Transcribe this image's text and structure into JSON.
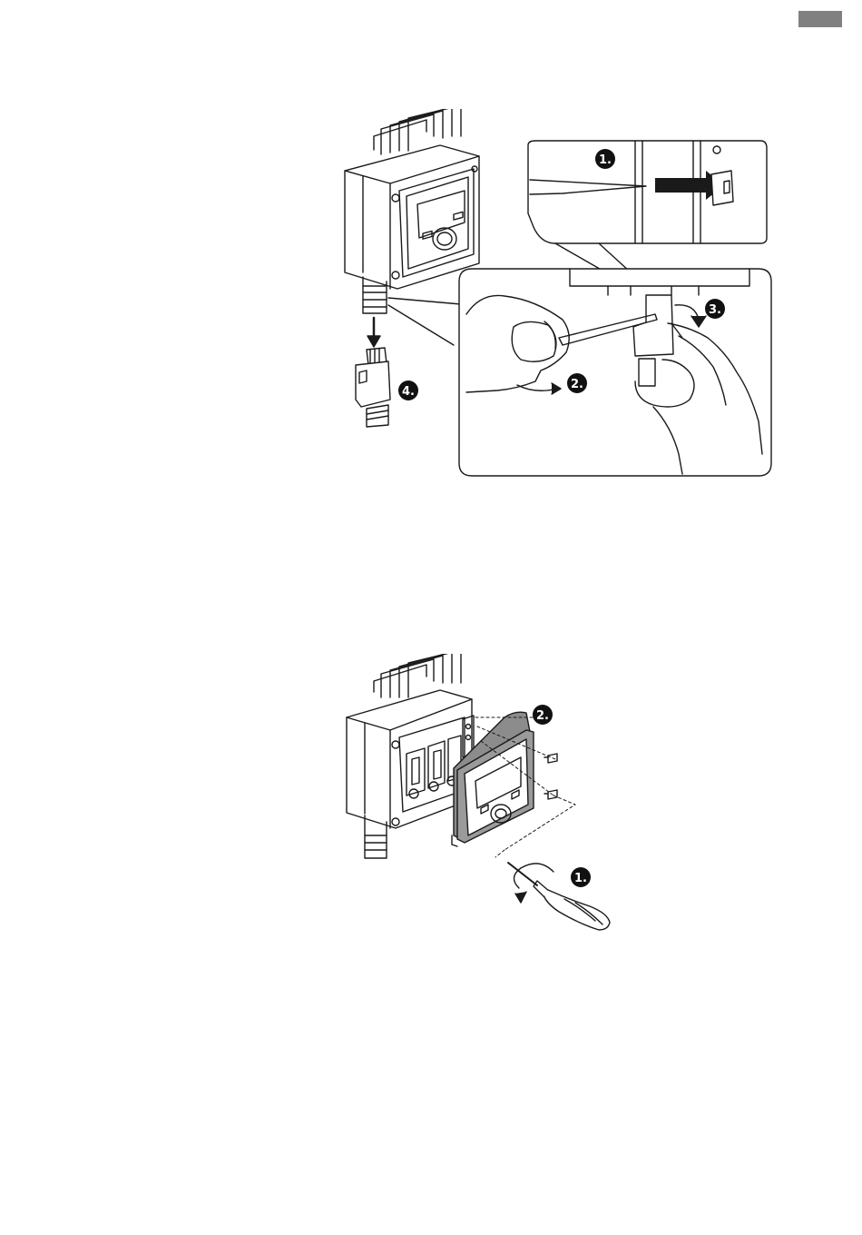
{
  "figure_top": {
    "steps": [
      {
        "label": "1."
      },
      {
        "label": "2."
      },
      {
        "label": "3."
      },
      {
        "label": "4."
      }
    ]
  },
  "figure_bottom": {
    "steps": [
      {
        "label": "1."
      },
      {
        "label": "2."
      }
    ]
  },
  "colors": {
    "line": "#1a1a1a",
    "badge": "#111111",
    "tab": "#808080",
    "gray_fill": "#8c8c8c"
  }
}
